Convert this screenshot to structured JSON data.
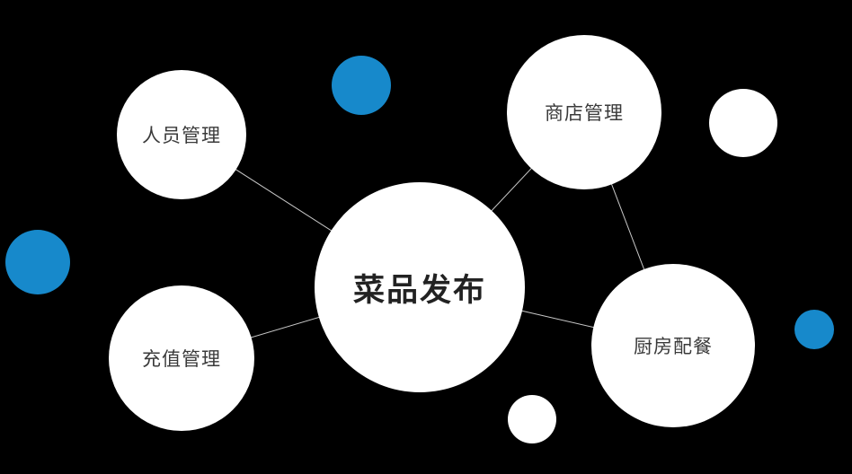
{
  "diagram": {
    "type": "mindmap",
    "colors": {
      "background": "#000000",
      "node_fill": "#ffffff",
      "accent_blue": "#1789cb",
      "edge_line": "#c8c8c8",
      "label_text": "#3a3a3a",
      "center_label_text": "#222222"
    },
    "nodes": {
      "center": {
        "label": "菜品发布"
      },
      "personnel": {
        "label": "人员管理"
      },
      "store": {
        "label": "商店管理"
      },
      "recharge": {
        "label": "充值管理"
      },
      "kitchen": {
        "label": "厨房配餐"
      }
    },
    "edges": [
      {
        "from": "菜品发布",
        "to": "人员管理"
      },
      {
        "from": "菜品发布",
        "to": "商店管理"
      },
      {
        "from": "菜品发布",
        "to": "充值管理"
      },
      {
        "from": "菜品发布",
        "to": "厨房配餐"
      },
      {
        "from": "商店管理",
        "to": "厨房配餐"
      }
    ]
  }
}
